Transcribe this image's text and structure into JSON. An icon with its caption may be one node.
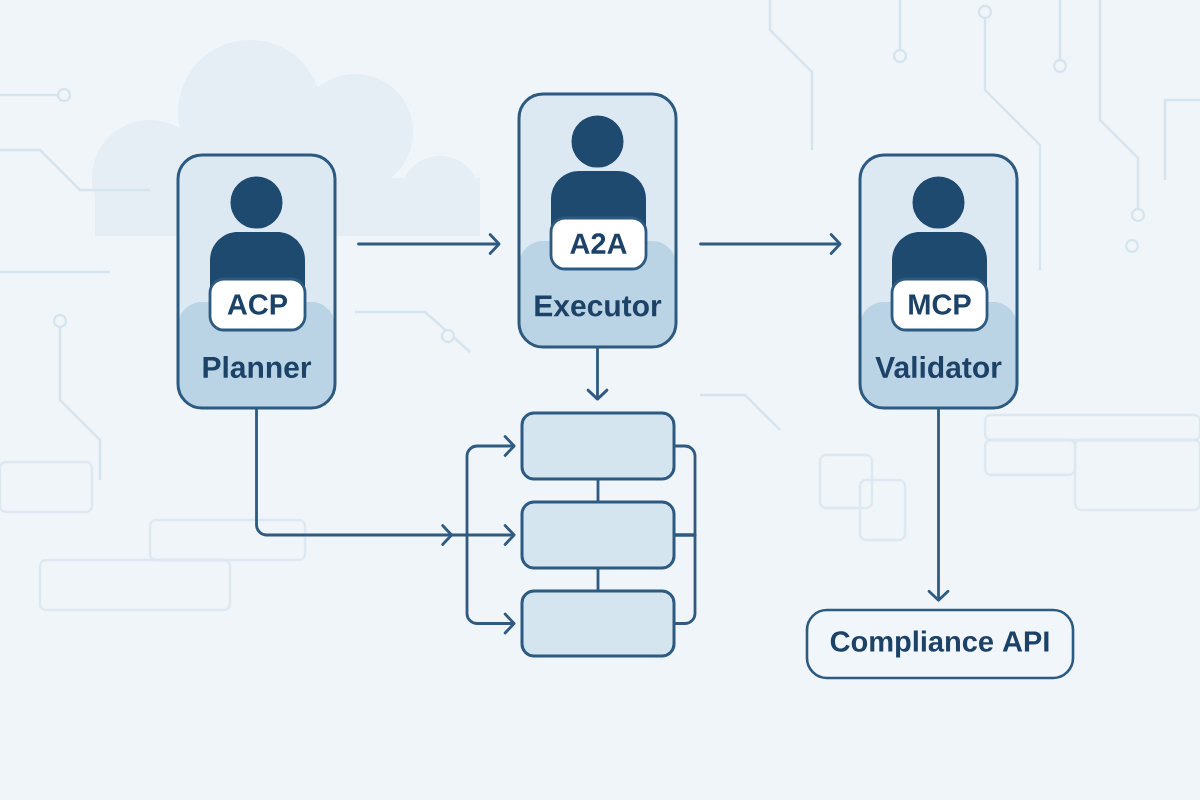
{
  "diagram": {
    "nodes": [
      {
        "text": [
          "Planner"
        ]
      },
      {
        "text": [
          "ACP"
        ],
        "in": 0
      },
      {
        "text": [
          "Executor"
        ]
      },
      {
        "text": [
          "A2A"
        ],
        "in": 2
      },
      {
        "text": [
          "Validator"
        ]
      },
      {
        "text": [
          "MCP"
        ],
        "in": 4
      },
      {
        "text": [],
        "shape": "box"
      },
      {
        "text": [],
        "shape": "box"
      },
      {
        "text": [],
        "shape": "box"
      },
      {
        "text": [
          "Compliance API"
        ]
      }
    ],
    "edges": [
      {
        "from": 0,
        "to": 2,
        "arrow": "to"
      },
      {
        "from": 2,
        "to": 4,
        "arrow": "to"
      },
      {
        "from": 2,
        "to": 6,
        "arrow": "to"
      },
      {
        "from": 0,
        "to": 6,
        "arrow": "to"
      },
      {
        "from": 0,
        "to": 7,
        "arrow": "to"
      },
      {
        "from": 0,
        "to": 8,
        "arrow": "to"
      },
      {
        "from": 6,
        "to": 7,
        "arrow": "none"
      },
      {
        "from": 7,
        "to": 8,
        "arrow": "none"
      },
      {
        "from": 6,
        "to": 7,
        "arrow": "none"
      },
      {
        "from": 7,
        "to": 8,
        "arrow": "none"
      },
      {
        "from": 4,
        "to": 9,
        "arrow": "to"
      }
    ]
  }
}
